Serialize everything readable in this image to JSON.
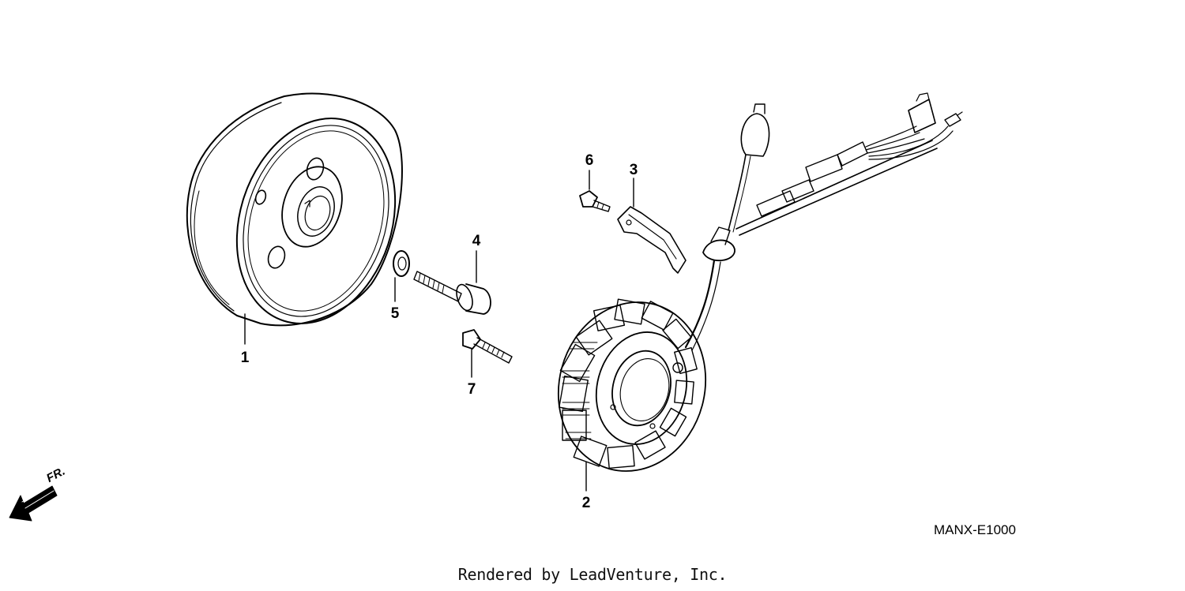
{
  "callouts": {
    "p1": "1",
    "p2": "2",
    "p3": "3",
    "p4": "4",
    "p5": "5",
    "p6": "6",
    "p7": "7"
  },
  "direction_label": "FR.",
  "drawing_code": "MANX-E1000",
  "credit": "Rendered by LeadVenture, Inc."
}
